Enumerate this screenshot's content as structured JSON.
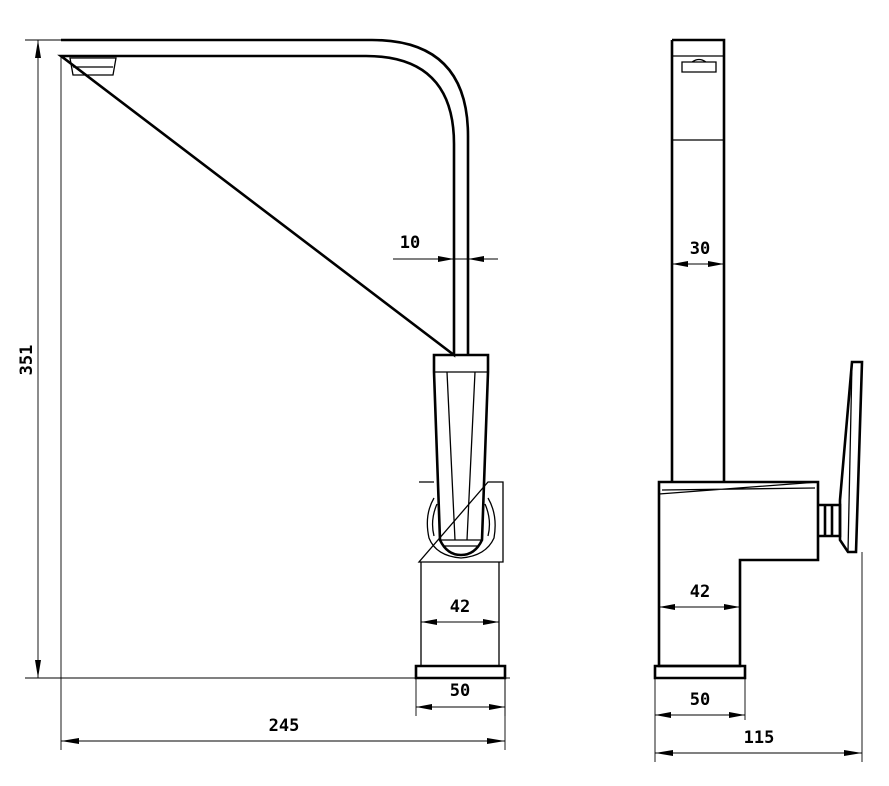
{
  "colors": {
    "line": "#000000",
    "background": "#ffffff"
  },
  "dimensions": {
    "overall_height": "351",
    "overall_length": "245",
    "spout_thickness": "10",
    "body_width_front": "42",
    "base_width_front": "50",
    "spout_depth": "30",
    "body_depth_side": "42",
    "base_depth_side": "50",
    "overall_depth": "115"
  }
}
